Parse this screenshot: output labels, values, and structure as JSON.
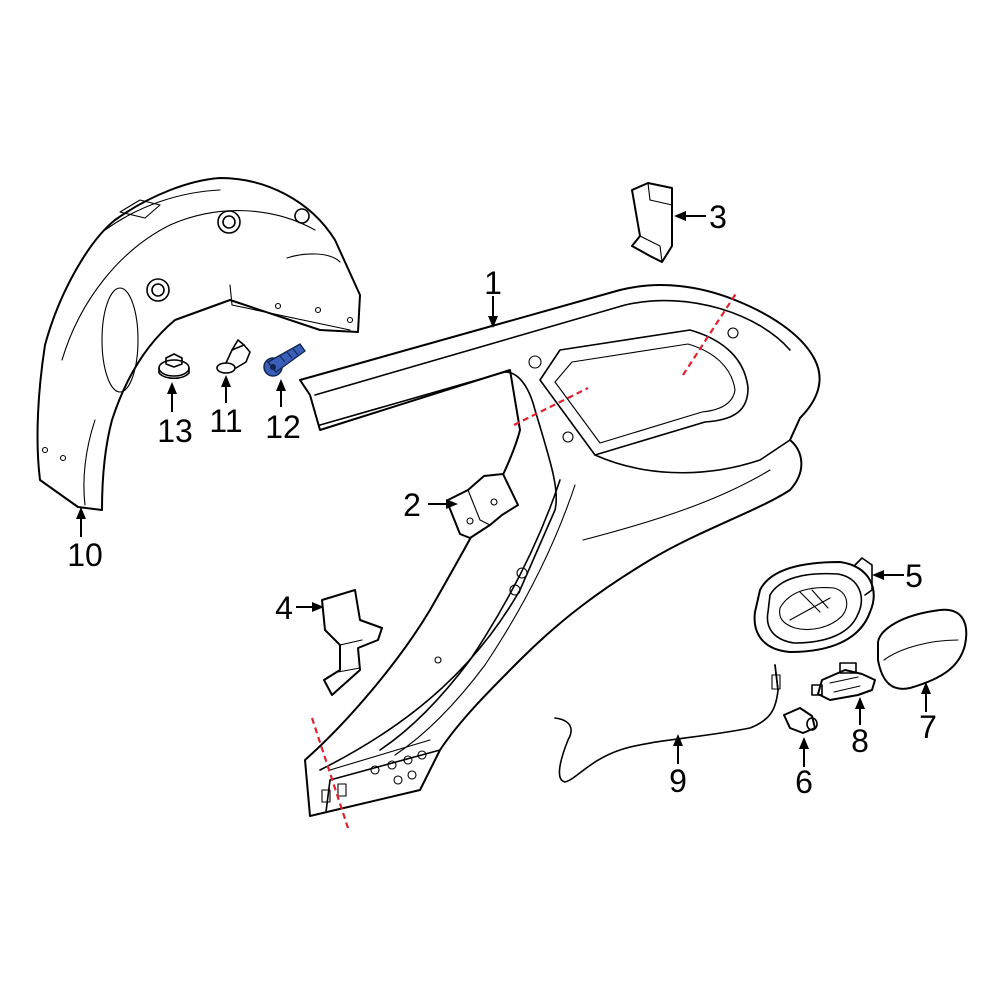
{
  "colors": {
    "line": "#000000",
    "background": "#ffffff",
    "highlight": "#3a5fb8",
    "cut_line": "#e0202a"
  },
  "parts": [
    {
      "id": "quarter-panel",
      "label": "1"
    },
    {
      "id": "bracket-2",
      "label": "2"
    },
    {
      "id": "bracket-3",
      "label": "3"
    },
    {
      "id": "bracket-4",
      "label": "4"
    },
    {
      "id": "fuel-door-housing",
      "label": "5"
    },
    {
      "id": "bolt-6",
      "label": "6"
    },
    {
      "id": "fuel-door",
      "label": "7"
    },
    {
      "id": "actuator-8",
      "label": "8"
    },
    {
      "id": "cable-9",
      "label": "9"
    },
    {
      "id": "wheel-liner",
      "label": "10"
    },
    {
      "id": "clip-11",
      "label": "11"
    },
    {
      "id": "bolt-12-highlighted",
      "label": "12"
    },
    {
      "id": "nut-13",
      "label": "13"
    }
  ]
}
